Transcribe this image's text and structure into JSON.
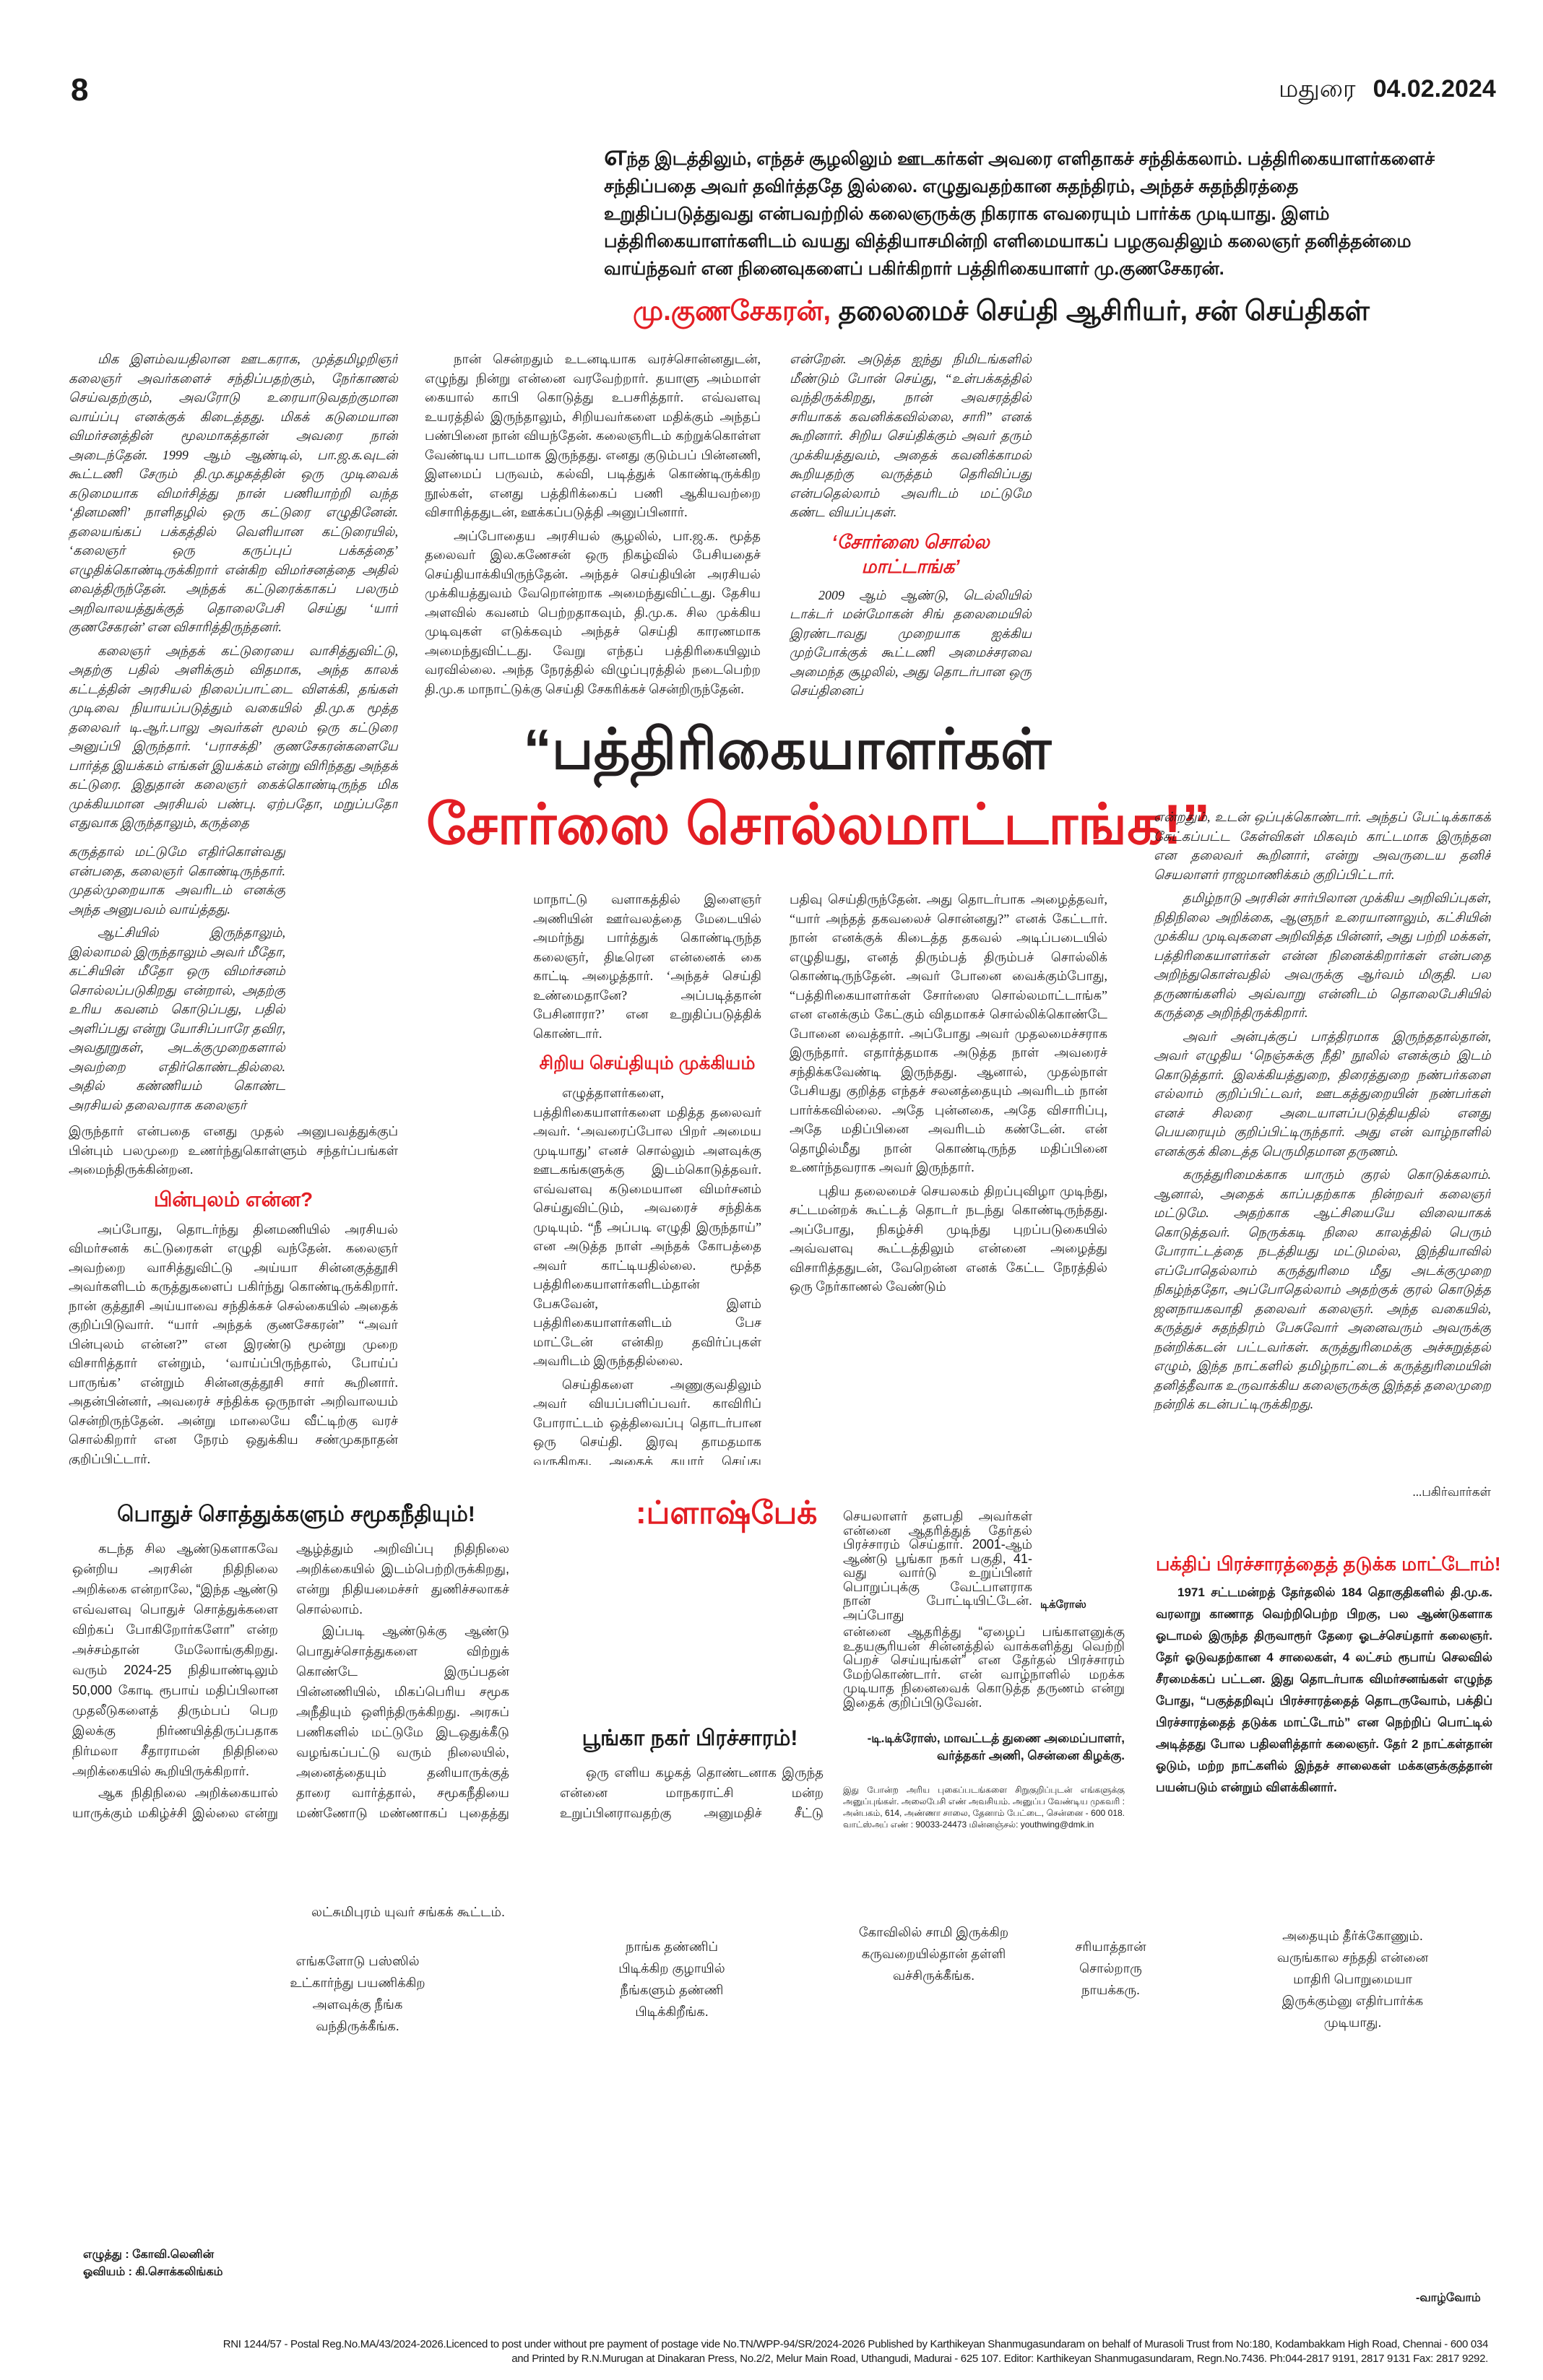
{
  "header": {
    "page_number": "8",
    "city": "மதுரை",
    "date": "04.02.2024"
  },
  "intro": {
    "drop": "எ",
    "text": "ந்த இடத்திலும், எந்தச் சூழலிலும் ஊடகர்கள் அவரை எளிதாகச் சந்திக்கலாம். பத்திரிகையாளர்களைச் சந்திப்பதை அவர் தவிர்த்ததே இல்லை. எழுதுவதற்கான சுதந்திரம், அந்தச் சுதந்திரத்தை உறுதிப்படுத்துவது என்பவற்றில் கலைஞருக்கு நிகராக எவரையும் பார்க்க முடியாது. இளம் பத்திரிகையாளர்களிடம் வயது வித்தியாசமின்றி எளிமையாகப் பழகுவதிலும் கலைஞர் தனித்தன்மை வாய்ந்தவர் என நினைவுகளைப் பகிர்கிறார் பத்திரிகையாளர் மு.குணசேகரன்."
  },
  "byline": {
    "name": "மு.குணசேகரன்,",
    "title": "தலைமைச் செய்தி ஆசிரியர், சன் செய்திகள்"
  },
  "headline": {
    "line1": "“பத்திரிகையாளர்கள்",
    "line2": "சோர்ஸை சொல்லமாட்டாங்க!”"
  },
  "article": {
    "col1_top": [
      "மிக இளம்வயதிலான ஊடகராக, முத்தமிழறிஞர் கலைஞர் அவர்களைச் சந்திப்பதற்கும், நேர்காணல் செய்வதற்கும், அவரோடு உரையாடுவதற்குமான வாய்ப்பு எனக்குக் கிடைத்தது. மிகக் கடுமையான விமர்சனத்தின் மூலமாகத்தான் அவரை நான் அடைந்தேன். 1999 ஆம் ஆண்டில், பா.ஜ.க.வுடன் கூட்டணி சேரும் தி.மு.கழகத்தின் ஒரு முடிவைக் கடுமையாக விமர்சித்து நான் பணியாற்றி வந்த ‘தினமணி’ நாளிதழில் ஒரு கட்டுரை எழுதினேன். தலையங்கப் பக்கத்தில் வெளியான கட்டுரையில், ‘கலைஞர் ஒரு கருப்புப் பக்கத்தை’ எழுதிக்கொண்டிருக்கிறார் என்கிற விமர்சனத்தை அதில் வைத்திருந்தேன். அந்தக் கட்டுரைக்காகப் பலரும் அறிவாலயத்துக்குத் தொலைபேசி செய்து ‘யார் குணசேகரன்’ என விசாரித்திருந்தனர்.",
      "கலைஞர் அந்தக் கட்டுரையை வாசித்துவிட்டு, அதற்கு பதில் அளிக்கும் விதமாக, அந்த காலக் கட்டத்தின் அரசியல் நிலைப்பாட்டை விளக்கி, தங்கள் முடிவை நியாயப்படுத்தும் வகையில் தி.மு.க மூத்த தலைவர் டி.ஆர்.பாலு அவர்கள் மூலம் ஒரு கட்டுரை அனுப்பி இருந்தார். ‘பராசக்தி’ குணசேகரன்களையே பார்த்த இயக்கம் எங்கள் இயக்கம் என்று விரிந்தது அந்தக் கட்டுரை. இதுதான் கலைஞர் கைக்கொண்டிருந்த மிக முக்கியமான அரசியல் பண்பு. ஏற்பதோ, மறுப்பதோ எதுவாக இருந்தாலும், கருத்தை"
    ],
    "col1_narrow": [
      "கருத்தால் மட்டுமே எதிர்கொள்வது என்பதை, கலைஞர் கொண்டிருந்தார். முதல்முறையாக அவரிடம் எனக்கு அந்த அனுபவம் வாய்த்தது.",
      "ஆட்சியில் இருந்தாலும், இல்லாமல் இருந்தாலும் அவர் மீதோ, கட்சியின் மீதோ ஒரு விமர்சனம் சொல்லப்படுகிறது என்றால், அதற்கு உரிய கவனம் கொடுப்பது, பதில் அளிப்பது என்று யோசிப்பாரே தவிர, அவதூறுகள், அடக்குமுறைகளால் அவற்றை எதிர்கொண்டதில்லை. அதில் கண்ணியம் கொண்ட அரசியல் தலைவராக கலைஞர்"
    ],
    "col1_bottom_lead": "இருந்தார் என்பதை எனது முதல் அனுபவத்துக்குப் பின்பும் பலமுறை உணர்ந்துகொள்ளும் சந்தர்ப்பங்கள் அமைந்திருக்கின்றன.",
    "subhead_background": "பின்புலம் என்ன?",
    "col1_bottom": "அப்போது, தொடர்ந்து தினமணியில் அரசியல் விமர்சனக் கட்டுரைகள் எழுதி வந்தேன். கலைஞர் அவற்றை வாசித்துவிட்டு அய்யா சின்னகுத்தூசி அவர்களிடம் கருத்துகளைப் பகிர்ந்து கொண்டிருக்கிறார். நான் குத்தூசி அய்யாவை சந்திக்கச் செல்கையில் அதைக் குறிப்பிடுவார். “யார் அந்தக் குணசேகரன்” “அவர் பின்புலம் என்ன?” என இரண்டு மூன்று முறை விசாரித்தார் என்றும், ‘வாய்ப்பிருந்தால், போய்ப் பாருங்க’ என்றும் சின்னகுத்தூசி சார் கூறினார். அதன்பின்னர், அவரைச் சந்திக்க ஒருநாள் அறிவாலயம் சென்றிருந்தேன். அன்று மாலையே வீட்டிற்கு வரச் சொல்கிறார் என நேரம் ஒதுக்கிய சண்முகநாதன் குறிப்பிட்டார்.",
    "col2_top": [
      "நான் சென்றதும் உடனடியாக வரச்சொன்னதுடன், எழுந்து நின்று என்னை வரவேற்றார். தயாளு அம்மாள் கையால் காபி கொடுத்து உபசரித்தார். எவ்வளவு உயரத்தில் இருந்தாலும், சிறியவர்களை மதிக்கும் அந்தப் பண்பினை நான் வியந்தேன். கலைஞரிடம் கற்றுக்கொள்ள வேண்டிய பாடமாக இருந்தது. எனது குடும்பப் பின்னணி, இளமைப் பருவம், கல்வி, படித்துக் கொண்டிருக்கிற நூல்கள், எனது பத்திரிக்கைப் பணி ஆகியவற்றை விசாரித்ததுடன், ஊக்கப்படுத்தி அனுப்பினார்.",
      "அப்போதைய அரசியல் சூழலில், பா.ஜ.க. மூத்த தலைவர் இல.கணேசன் ஒரு நிகழ்வில் பேசியதைச் செய்தியாக்கியிருந்தேன். அந்தச் செய்தியின் அரசியல் முக்கியத்துவம் வேறொன்றாக அமைந்துவிட்டது. தேசிய அளவில் கவனம் பெற்றதாகவும், தி.மு.க. சில முக்கிய முடிவுகள் எடுக்கவும் அந்தச் செய்தி காரணமாக அமைந்துவிட்டது. வேறு எந்தப் பத்திரிகையிலும் வரவில்லை. அந்த நேரத்தில் விழுப்புரத்தில் நடைபெற்ற தி.மு.க மாநாட்டுக்கு செய்தி சேகரிக்கச் சென்றிருந்தேன்."
    ],
    "col3_top": "என்றேன். அடுத்த ஐந்து நிமிடங்களில் மீண்டும் போன் செய்து, “உள்பக்கத்தில் வந்திருக்கிறது, நான் அவசரத்தில் சரியாகக் கவனிக்கவில்லை, சாரி” எனக் கூறினார். சிறிய செய்திக்கும் அவர் தரும் முக்கியத்துவம், அதைக் கவனிக்காமல் கூறியதற்கு வருத்தம் தெரிவிப்பது என்பதெல்லாம் அவரிடம் மட்டுமே கண்ட வியப்புகள்.",
    "subhead_source": "‘சோர்ஸை சொல்ல மாட்டாங்க’",
    "col3_top_2": "2009 ஆம் ஆண்டு, டெல்லியில் டாக்டர் மன்மோகன் சிங் தலைமையில் இரண்டாவது முறையாக ஐக்கிய முற்போக்குக் கூட்டணி அமைச்சரவை அமைந்த சூழலில், அது தொடர்பான ஒரு செய்தினைப்",
    "col2_bottom_lead": "மாநாட்டு வளாகத்தில் இளைஞர் அணியின் ஊர்வலத்தை மேடையில் அமர்ந்து பார்த்துக் கொண்டிருந்த கலைஞர், திடீரென என்னைக் கை காட்டி அழைத்தார். ‘அந்தச் செய்தி உண்மைதானே? அப்படித்தான் பேசினாரா?’ என உறுதிப்படுத்திக் கொண்டார்.",
    "subhead_small_news": "சிறிய செய்தியும் முக்கியம்",
    "col2_bottom": [
      "எழுத்தாளர்களை, பத்திரிகையாளர்களை மதித்த தலைவர் அவர். ‘அவரைப்போல பிறர் அமைய முடியாது’ எனச் சொல்லும் அளவுக்கு ஊடகங்களுக்கு இடம்கொடுத்தவர். எவ்வளவு கடுமையான விமர்சனம் செய்துவிட்டும், அவரைச் சந்திக்க முடியும். “நீ அப்படி எழுதி இருந்தாய்” என அடுத்த நாள் அந்தக் கோபத்தை அவர் காட்டியதில்லை. மூத்த பத்திரிகையாளர்களிடம்தான் பேசுவேன், இளம் பத்திரிகையாளர்களிடம் பேச மாட்டேன் என்கிற தவிர்ப்புகள் அவரிடம் இருந்ததில்லை.",
      "செய்திகளை அணுகுவதிலும் அவர் வியப்பளிப்பவர். காவிரிப் போராட்டம் ஒத்திவைப்பு தொடர்பான ஒரு செய்தி. இரவு தாமதமாக வருகிறது. அதைத் தயார் செய்து கொடுத்துவிட்டு வந்துவிட்டேன். மறுநாள் காலை கலைஞரிடமிருந்து போன். “என்ன அந்தச் செய்தி வரவில்லை” எனக் கேட்கிறார். அவர் போன் செய்த நேரத்தில் நான் ‘பேப்பர்’ பார்க்கவில்லை. “அய்யா தயார் செய்து கொடுத்துவிட்டுத்தான் வந்தேன், என்ன நடந்தது எனத் தெரியவில்லை, பார்க்கிறேன்”"
    ],
    "col3_bottom": [
      "பதிவு செய்திருந்தேன். அது தொடர்பாக அழைத்தவர், “யார் அந்தத் தகவலைச் சொன்னது?” எனக் கேட்டார். நான் எனக்குக் கிடைத்த தகவல் அடிப்படையில் எழுதியது, எனத் திரும்பத் திரும்பச் சொல்லிக் கொண்டிருந்தேன். அவர் போனை வைக்கும்போது, “பத்திரிகையாளர்கள் சோர்ஸை சொல்லமாட்டாங்க” என எனக்கும் கேட்கும் விதமாகச் சொல்லிக்கொண்டே போனை வைத்தார். அப்போது அவர் முதலமைச்சராக இருந்தார். எதார்த்தமாக அடுத்த நாள் அவரைச் சந்திக்கவேண்டி இருந்தது. ஆனால், முதல்நாள் பேசியது குறித்த எந்தச் சலனத்தையும் அவரிடம் நான் பார்க்கவில்லை. அதே புன்னகை, அதே விசாரிப்பு, அதே மதிப்பினை அவரிடம் கண்டேன். என் தொழில்மீது நான் கொண்டிருந்த மதிப்பினை உணர்ந்தவராக அவர் இருந்தார்.",
      "புதிய தலைமைச் செயலகம் திறப்புவிழா முடிந்து, சட்டமன்றக் கூட்டத் தொடர் நடந்து கொண்டிருந்தது. அப்போது, நிகழ்ச்சி முடிந்து புறப்படுகையில் அவ்வளவு கூட்டத்திலும் என்னை அழைத்து விசாரித்ததுடன், வேறென்ன எனக் கேட்ட நேரத்தில் ஒரு நேர்காணல் வேண்டும்"
    ],
    "col4": [
      "என்றதும், உடன் ஒப்புக்கொண்டார். அந்தப் பேட்டிக்காகக் கேட்கப்பட்ட கேள்விகள் மிகவும் காட்டமாக இருந்தன என தலைவர் கூறினார், என்று அவருடைய தனிச் செயலாளர் ராஜமாணிக்கம் குறிப்பிட்டார்.",
      "தமிழ்நாடு அரசின் சார்பிலான முக்கிய அறிவிப்புகள், நிதிநிலை அறிக்கை, ஆளுநர் உரையானாலும், கட்சியின் முக்கிய முடிவுகளை அறிவித்த பின்னர், அது பற்றி மக்கள், பத்திரிகையாளர்கள் என்ன நினைக்கிறார்கள் என்பதை அறிந்துகொள்வதில் அவருக்கு ஆர்வம் மிகுதி. பல தருணங்களில் அவ்வாறு என்னிடம் தொலைபேசியில் கருத்தை அறிந்திருக்கிறார்.",
      "அவர் அன்புக்குப் பாத்திரமாக இருந்ததால்தான், அவர் எழுதிய ‘நெஞ்சுக்கு நீதி’ நூலில் எனக்கும் இடம் கொடுத்தார். இலக்கியத்துறை, திரைத்துறை நண்பர்களை எல்லாம் குறிப்பிட்டவர், ஊடகத்துறையின் நண்பர்கள் எனச் சிலரை அடையாளப்படுத்தியதில் எனது பெயரையும் குறிப்பிட்டிருந்தார். அது என் வாழ்நாளில் எனக்குக் கிடைத்த பெருமிதமான தருணம்.",
      "கருத்துரிமைக்காக யாரும் குரல் கொடுக்கலாம். ஆனால், அதைக் காப்பதற்காக நின்றவர் கலைஞர் மட்டுமே. அதற்காக ஆட்சியையே விலையாகக் கொடுத்தவர். நெருக்கடி நிலை காலத்தில் பெரும் போராட்டத்தை நடத்தியது மட்டுமல்ல, இந்தியாவில் எப்போதெல்லாம் கருத்துரிமை மீது அடக்குமுறை நிகழ்ந்ததோ, அப்போதெல்லாம் அதற்குக் குரல் கொடுத்த ஜனநாயகவாதி தலைவர் கலைஞர். அந்த வகையில், கருத்துச் சுதந்திரம் பேசுவோர் அனைவரும் அவருக்கு நன்றிக்கடன் பட்டவர்கள். கருத்துரிமைக்கு அச்சுறுத்தல் எழும், இந்த நாட்களில் தமிழ்நாட்டைக் கருத்துரிமையின் தனித்தீவாக உருவாக்கிய கலைஞருக்கு இந்தத் தலைமுறை நன்றிக் கடன்பட்டிருக்கிறது."
    ],
    "continued": "...பகிர்வார்கள்"
  },
  "box_public_assets": {
    "title": "பொதுச் சொத்துக்களும் சமூகநீதியும்!",
    "left": [
      "கடந்த சில ஆண்டுகளாகவே ஒன்றிய அரசின் நிதிநிலை அறிக்கை என்றாலே, “இந்த ஆண்டு எவ்வளவு பொதுச் சொத்துக்களை விற்கப் போகிறோர்களோ” என்ற அச்சம்தான் மேலோங்குகிறது. வரும் 2024-25 நிதியாண்டிலும் 50,000 கோடி ரூபாய் மதிப்பிலான முதலீடுகளைத் திரும்பப் பெற இலக்கு நிர்ணயித்திருப்பதாக நிர்மலா சீதாராமன் நிதிநிலை அறிக்கையில் கூறியிருக்கிறார்.",
      "ஆக நிதிநிலை அறிக்கையால் யாருக்கும் மகிழ்ச்சி இல்லை என்று இனி சொல்லமுடியாது. பெரு நிறுவனங்களைப் பெரு மகிழ்ச்சியில்"
    ],
    "right": [
      "ஆழ்த்தும் அறிவிப்பு நிதிநிலை அறிக்கையில் இடம்பெற்றிருக்கிறது, என்று நிதியமைச்சர் துணிச்சலாகச் சொல்லாம்.",
      "இப்படி ஆண்டுக்கு ஆண்டு பொதுச்சொத்துகளை விற்றுக் கொண்டே இருப்பதன் பின்னணியில், மிகப்பெரிய சமூக அநீதியும் ஒளிந்திருக்கிறது. அரசுப் பணிகளில் மட்டுமே இடஒதுக்கீடு வழங்கப்பட்டு வரும் நிலையில், அனைத்தையும் தனியாருக்குத் தாரை வார்த்தால், சமூகநீதியை மண்ணோடு மண்ணாகப் புதைத்து விடலாம் என்ற பேராபத்தும் அதற்குள் இருக்கிறது."
    ]
  },
  "flashback": {
    "label": ":ப்ளாஷ்பேக்",
    "title": "பூங்கா நகர் பிரச்சாரம்!",
    "left_text": "ஒரு எளிய கழகத் தொண்டனாக இருந்த என்னை மாநகராட்சி மன்ற உறுப்பினராவதற்கு அனுமதிச் சீட்டு கொடுத்து, இன்றைய கழகத் தலைவர் அன்றைய இளைஞர் அணிச்",
    "right_narrow": "செயலாளர் தளபதி அவர்கள் என்னை ஆதரித்துத் தேர்தல் பிரச்சாரம் செய்தார். 2001-ஆம் ஆண்டு பூங்கா நகர் பகுதி, 41-வது வார்டு உறுப்பினர் பொறுப்புக்கு வேட்பாளராக நான் போட்டியிட்டேன். அப்போது",
    "right_wide": "என்னை ஆதரித்து “ஏழைப் பங்காளனுக்கு உதயசூரியன் சின்னத்தில் வாக்களித்து வெற்றி பெறச் செய்யுங்கள்” என தேர்தல் பிரச்சாரம் மேற்கொண்டார். என் வாழ்நாளில் மறக்க முடியாத நினைவைக் கொடுத்த தருணம் என்று இதைக் குறிப்பிடுவேன்.",
    "photo_caption": "டிக்ரோஸ்",
    "signature_line1": "-டி.டிக்ரோஸ், மாவட்டத் துணை அமைப்பாளர்,",
    "signature_line2": "வர்த்தகர் அணி, சென்னை கிழக்கு.",
    "note": "இது போன்ற அரிய புகைப்படங்களை சிறுகுறிப்புடன் எங்களுக்கு அனுப்புங்கள். அலைபேசி எண் அவசியம். அனுப்ப வேண்டிய முகவரி : அன்பகம், 614, அண்ணா சாலை, தேனாம் பேட்டை, சென்னை - 600 018. வாட்ஸ்அப் எண் : 90033-24473 மின்னஞ்சல்: youthwing@dmk.in"
  },
  "box_devotion": {
    "title": "பக்திப் பிரச்சாரத்தைத் தடுக்க மாட்டோம்!",
    "text": "1971 சட்டமன்றத் தேர்தலில் 184 தொகுதிகளில் தி.மு.க. வரலாறு காணாத வெற்றிபெற்ற பிறகு, பல ஆண்டுகளாக ஓடாமல் இருந்த திருவாரூர் தேரை ஓடச்செய்தார் கலைஞர். தேர் ஓடுவதற்கான 4 சாலைகள், 4 லட்சம் ரூபாய் செலவில் சீரமைக்கப் பட்டன. இது தொடர்பாக விமர்சனங்கள் எழுந்த போது, “பகுத்தறிவுப் பிரச்சாரத்தைத் தொடருவோம், பக்திப் பிரச்சாரத்தைத் தடுக்க மாட்டோம்” என நெற்றிப் பொட்டில் அடித்தது போல பதிலளித்தார் கலைஞர். தேர் 2 நாட்கள்தான் ஓடும், மற்ற நாட்களில் இந்தச் சாலைகள் மக்களுக்குத்தான் பயன்படும் என்றும் விளக்கினார்."
  },
  "comic": {
    "scene": "லட்சுமிபுரம் யுவர் சங்கக் கூட்டம்.",
    "bubbles": [
      "எங்களோடு பஸ்ஸில் உட்கார்ந்து பயணிக்கிற அளவுக்கு நீங்க வந்திருக்கீங்க.",
      "நாங்க தண்ணிப் பிடிக்கிற குழாயில் நீங்களும் தண்ணி பிடிக்கிறீங்க.",
      "கோவிலில் சாமி இருக்கிற கருவறையில்தான் தள்ளி வச்சிருக்கீங்க.",
      "சரியாத்தான் சொல்றாரு நாயக்கரு.",
      "அதையும் தீர்க்கோணும். வருங்கால சந்ததி என்னை மாதிரி பொறுமையா இருக்கும்னு எதிர்பார்க்க முடியாது."
    ],
    "writer": "எழுத்து : கோவி.லெனின்",
    "artist": "ஓவியம் : கி.சொக்கலிங்கம்",
    "series_tag": "-வாழ்வோம்"
  },
  "footer": {
    "line1": "RNI 1244/57 - Postal Reg.No.MA/43/2024-2026.Licenced to post under without pre payment of postage vide No.TN/WPP-94/SR/2024-2026 Published by Karthikeyan Shanmugasundaram on behalf of Murasoli Trust from No:180, Kodambakkam High Road, Chennai - 600 034",
    "line2": "and Printed by R.N.Murugan at Dinakaran Press, No.2/2, Melur Main Road, Uthangudi, Madurai - 625 107. Editor: Karthikeyan Shanmugasundaram, Regn.No.7436. Ph:044-2817 9191, 2817 9131 Fax: 2817 9292."
  },
  "colors": {
    "accent_red": "#e31e24",
    "text": "#1a1a1a"
  }
}
